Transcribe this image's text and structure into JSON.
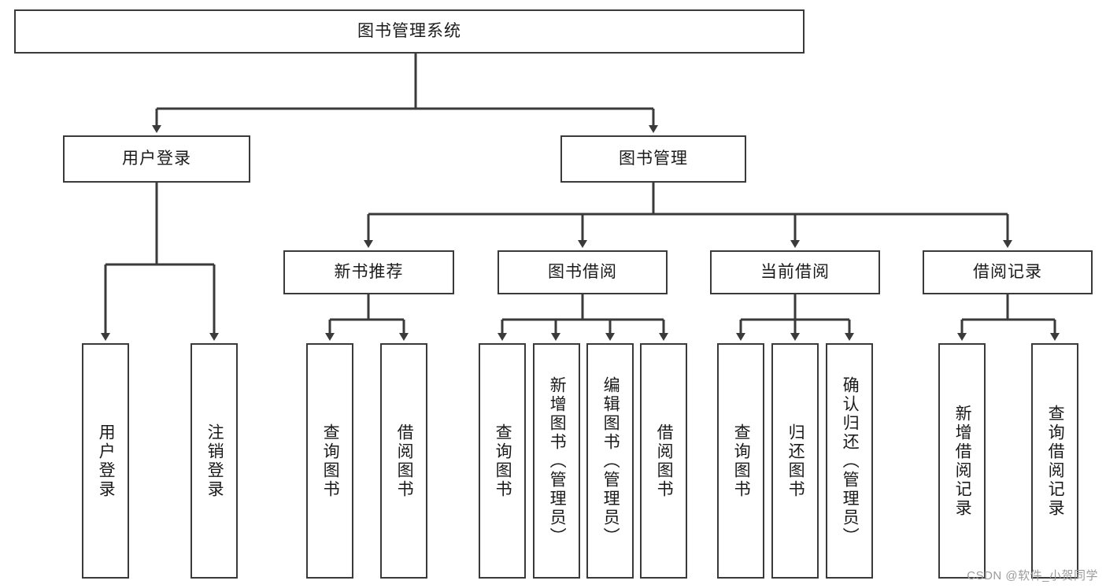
{
  "diagram": {
    "title": "图书管理系统",
    "type": "hierarchy-tree",
    "colors": {
      "box_border": "#3a3a3a",
      "box_fill": "#ffffff",
      "connector": "#3a3a3a",
      "text": "#1a1a1a",
      "watermark": "#9b9b9b"
    },
    "levels": {
      "level0": [
        "图书管理系统"
      ],
      "level1": [
        "用户登录",
        "图书管理"
      ],
      "level2": [
        "新书推荐",
        "图书借阅",
        "当前借阅",
        "借阅记录"
      ],
      "level3": [
        "用户登录",
        "注销登录",
        "查询图书",
        "借阅图书",
        "查询图书",
        "新增图书（管理员）",
        "编辑图书（管理员）",
        "借阅图书",
        "查询图书",
        "归还图书",
        "确认归还（管理员）",
        "新增借阅记录",
        "查询借阅记录"
      ]
    },
    "nodes": {
      "root": {
        "label": "图书管理系统"
      },
      "user_login": {
        "label": "用户登录"
      },
      "book_manage": {
        "label": "图书管理"
      },
      "new_book_rec": {
        "label": "新书推荐"
      },
      "book_borrow": {
        "label": "图书借阅"
      },
      "current_borrow": {
        "label": "当前借阅"
      },
      "borrow_record": {
        "label": "借阅记录"
      },
      "leaf_user_login": {
        "label": "用户登录"
      },
      "leaf_logout": {
        "label": "注销登录"
      },
      "leaf_query_book_1": {
        "label": "查询图书"
      },
      "leaf_borrow_book_1": {
        "label": "借阅图书"
      },
      "leaf_query_book_2": {
        "label": "查询图书"
      },
      "leaf_add_book": {
        "label": "新增图书（管理员）"
      },
      "leaf_edit_book": {
        "label": "编辑图书（管理员）"
      },
      "leaf_borrow_book_2": {
        "label": "借阅图书"
      },
      "leaf_query_book_3": {
        "label": "查询图书"
      },
      "leaf_return_book": {
        "label": "归还图书"
      },
      "leaf_confirm_return": {
        "label": "确认归还（管理员）"
      },
      "leaf_add_record": {
        "label": "新增借阅记录"
      },
      "leaf_query_record": {
        "label": "查询借阅记录"
      }
    },
    "edges": [
      {
        "from": "root",
        "to": "user_login"
      },
      {
        "from": "root",
        "to": "book_manage"
      },
      {
        "from": "user_login",
        "to": "leaf_user_login"
      },
      {
        "from": "user_login",
        "to": "leaf_logout"
      },
      {
        "from": "book_manage",
        "to": "new_book_rec"
      },
      {
        "from": "book_manage",
        "to": "book_borrow"
      },
      {
        "from": "book_manage",
        "to": "current_borrow"
      },
      {
        "from": "book_manage",
        "to": "borrow_record"
      },
      {
        "from": "new_book_rec",
        "to": "leaf_query_book_1"
      },
      {
        "from": "new_book_rec",
        "to": "leaf_borrow_book_1"
      },
      {
        "from": "book_borrow",
        "to": "leaf_query_book_2"
      },
      {
        "from": "book_borrow",
        "to": "leaf_add_book"
      },
      {
        "from": "book_borrow",
        "to": "leaf_edit_book"
      },
      {
        "from": "book_borrow",
        "to": "leaf_borrow_book_2"
      },
      {
        "from": "current_borrow",
        "to": "leaf_query_book_3"
      },
      {
        "from": "current_borrow",
        "to": "leaf_return_book"
      },
      {
        "from": "current_borrow",
        "to": "leaf_confirm_return"
      },
      {
        "from": "borrow_record",
        "to": "leaf_add_record"
      },
      {
        "from": "borrow_record",
        "to": "leaf_query_record"
      }
    ]
  },
  "watermark": {
    "text": "CSDN @软件_小贺同学"
  }
}
